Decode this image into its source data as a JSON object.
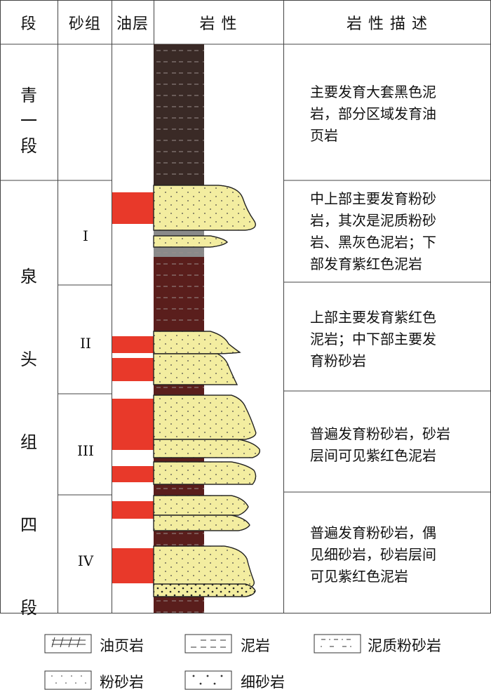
{
  "headers": {
    "segment": "段",
    "sand_group": "砂组",
    "oil_layer": "油层",
    "lithology": "岩  性",
    "description": "岩  性  描  述"
  },
  "segments": [
    {
      "chars": [
        "青",
        "一",
        "段"
      ]
    },
    {
      "chars": [
        "泉",
        "头",
        "组",
        "四",
        "段"
      ]
    }
  ],
  "sand_groups": [
    "I",
    "II",
    "III",
    "IV"
  ],
  "descriptions": [
    [
      "主要发育大套黑色泥",
      "岩，部分区域发育油",
      "页岩"
    ],
    [
      "中上部主要发育粉砂",
      "岩，其次是泥质粉砂",
      "岩、黑灰色泥岩；下",
      "部发育紫红色泥岩"
    ],
    [
      "上部主要发育紫红色",
      "泥岩；中下部主要发",
      "育粉砂岩"
    ],
    [
      "普遍发育粉砂岩，砂岩",
      "层间可见紫红色泥岩"
    ],
    [
      "普遍发育粉砂岩，偶",
      "见细砂岩，砂岩层间",
      "可见紫红色泥岩"
    ]
  ],
  "legend": [
    {
      "name": "oil-shale",
      "label": "油页岩"
    },
    {
      "name": "mudstone",
      "label": "泥岩"
    },
    {
      "name": "muddy-siltstone",
      "label": "泥质粉砂岩"
    },
    {
      "name": "siltstone",
      "label": "粉砂岩"
    },
    {
      "name": "fine-sandstone",
      "label": "细砂岩"
    }
  ],
  "colors": {
    "black_mudstone": "#3a2a26",
    "purple_red_mudstone": "#5a1e1c",
    "gray_mudstone": "#8a8a8a",
    "siltstone_fill": "#f3eda0",
    "oil_layer": "#e8392a",
    "grid_line": "#444444"
  }
}
